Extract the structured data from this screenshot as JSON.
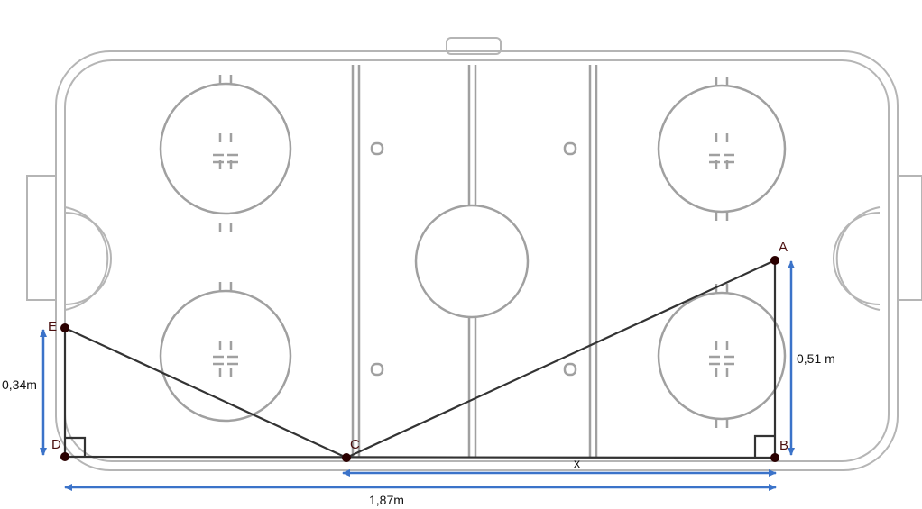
{
  "diagram": {
    "title": "Air hockey table geometry",
    "points": {
      "A": "A",
      "B": "B",
      "C": "C",
      "D": "D",
      "E": "E"
    },
    "measurements": {
      "ed": "0,34m",
      "ab": "0,51 m",
      "cb": "x",
      "db": "1,87m"
    },
    "colors": {
      "arrow": "#3b73c9",
      "segment": "#333333",
      "point": "#2a0000",
      "rink": "#b5b5b5"
    }
  }
}
